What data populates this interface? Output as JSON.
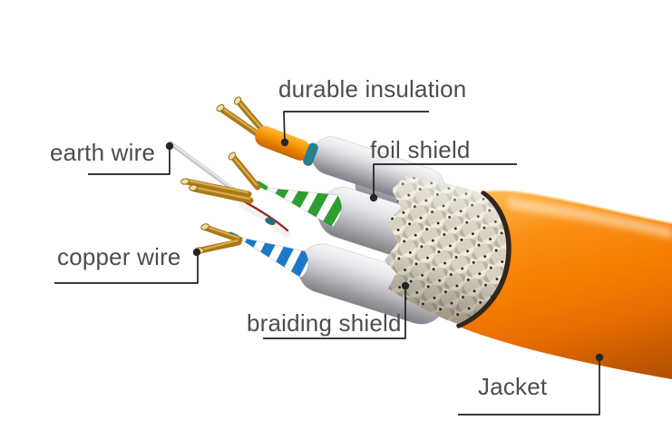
{
  "figure": {
    "type": "annotated-cutaway-diagram",
    "background": "#ffffff",
    "labels": {
      "durable_insulation": "durable insulation",
      "foil_shield": "foil shield",
      "earth_wire": "earth wire",
      "copper_wire": "copper wire",
      "braiding_shield": "braiding shield",
      "jacket": "Jacket"
    },
    "colors": {
      "label_text": "#4d4d4d",
      "leader_line": "#1f1f1f",
      "leader_dot": "#262626",
      "jacket_orange": "#f8850a",
      "jacket_dark": "#b25000",
      "braid_base": "#d8d1c1",
      "foil_gray": "#c2c2c8",
      "copper": "#a97818",
      "copper_tip": "#f2de9e",
      "pair_green": "#2f9e31",
      "pair_blue": "#1b79c6",
      "insulation_orange": "#f49200",
      "teal_ring": "#26808e",
      "earth_gray": "#c8c8cc"
    }
  }
}
